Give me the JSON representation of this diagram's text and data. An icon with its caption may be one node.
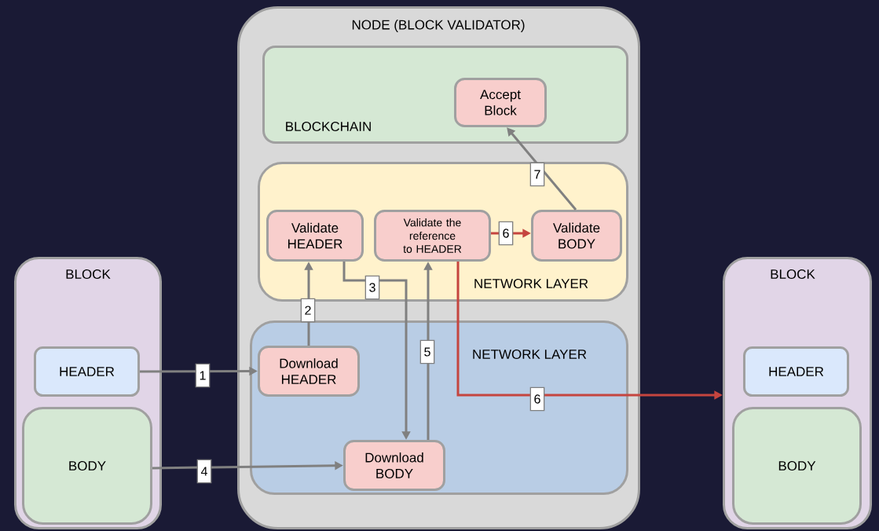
{
  "diagram": {
    "nodes": [
      {
        "text": [
          "NODE (BLOCK VALIDATOR)"
        ]
      },
      {
        "text": [
          "BLOCKCHAIN"
        ],
        "in": 0
      },
      {
        "text": [
          "Accept Block"
        ],
        "in": 1
      },
      {
        "text": [
          "NETWORK LAYER"
        ],
        "in": 0
      },
      {
        "text": [
          "Validate HEADER"
        ],
        "in": 3
      },
      {
        "text": [
          "Validate the reference to HEADER"
        ],
        "in": 3
      },
      {
        "text": [
          "Validate BODY"
        ],
        "in": 3
      },
      {
        "text": [
          "NETWORK LAYER"
        ],
        "in": 0
      },
      {
        "text": [
          "Download HEADER"
        ],
        "in": 7
      },
      {
        "text": [
          "Download BODY"
        ],
        "in": 7
      },
      {
        "text": [
          "BLOCK"
        ]
      },
      {
        "text": [
          "HEADER"
        ],
        "in": 10
      },
      {
        "text": [
          "BODY"
        ],
        "in": 10
      },
      {
        "text": [
          "BLOCK"
        ]
      },
      {
        "text": [
          "HEADER"
        ],
        "in": 13
      },
      {
        "text": [
          "BODY"
        ],
        "in": 13
      }
    ],
    "edges": [
      {
        "from": 11,
        "to": 8,
        "arrow": "to",
        "label": "1"
      },
      {
        "from": 8,
        "to": 4,
        "arrow": "to",
        "label": "2"
      },
      {
        "from": 4,
        "to": 9,
        "arrow": "to",
        "label": "3"
      },
      {
        "from": 12,
        "to": 9,
        "arrow": "to",
        "label": "4"
      },
      {
        "from": 9,
        "to": 5,
        "arrow": "to",
        "label": "5"
      },
      {
        "from": 5,
        "to": 6,
        "arrow": "to",
        "label": "6",
        "color": "#c5453f"
      },
      {
        "from": 5,
        "to": 13,
        "arrow": "to",
        "label": "6",
        "color": "#c5453f"
      },
      {
        "from": 6,
        "to": 2,
        "arrow": "to",
        "label": "7"
      }
    ]
  }
}
